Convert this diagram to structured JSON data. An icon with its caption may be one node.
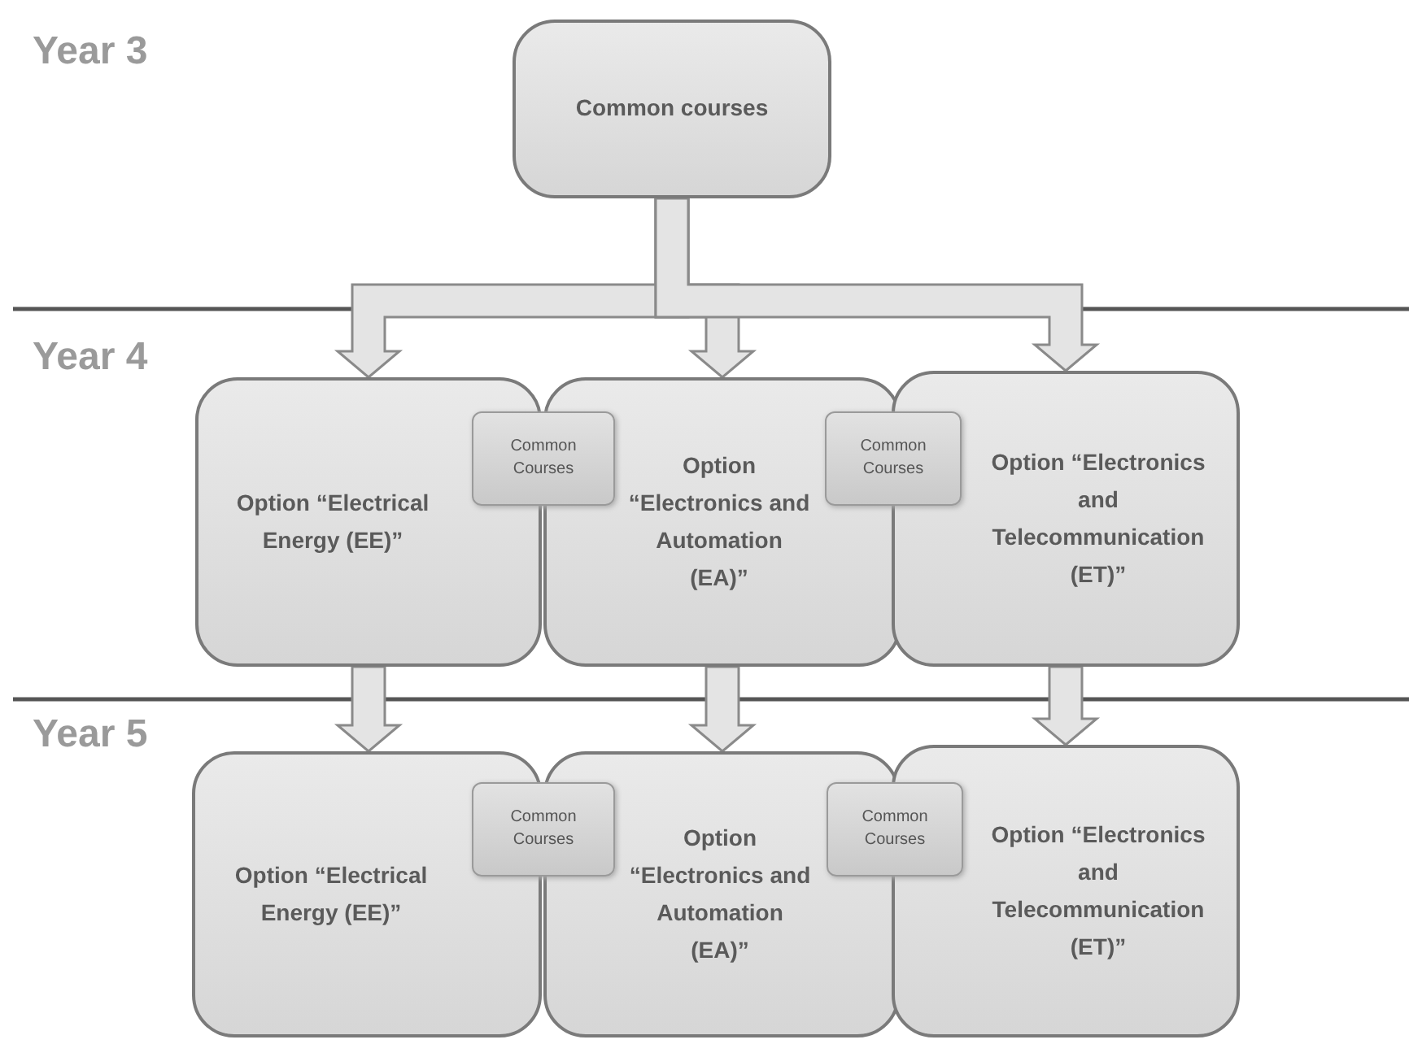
{
  "diagram": {
    "nodes": [
      {
        "text": [
          "Common courses"
        ]
      },
      {
        "text": [
          "Option “Electrical Energy (EE)”"
        ]
      },
      {
        "text": [
          "Option “Electronics and Automation (EA)”"
        ]
      },
      {
        "text": [
          "Option “Electronics and Telecommunication (ET)”"
        ]
      },
      {
        "text": [
          "Option “Electrical Energy (EE)”"
        ]
      },
      {
        "text": [
          "Option “Electronics and Automation (EA)”"
        ]
      },
      {
        "text": [
          "Option “Electronics and Telecommunication (ET)”"
        ]
      },
      {
        "text": [
          "Common Courses"
        ]
      },
      {
        "text": [
          "Common Courses"
        ]
      },
      {
        "text": [
          "Common Courses"
        ]
      },
      {
        "text": [
          "Common Courses"
        ]
      }
    ],
    "edges": [
      {
        "from": 0,
        "to": 1,
        "arrow": "to"
      },
      {
        "from": 0,
        "to": 2,
        "arrow": "to"
      },
      {
        "from": 0,
        "to": 3,
        "arrow": "to"
      },
      {
        "from": 1,
        "to": 4,
        "arrow": "to"
      },
      {
        "from": 2,
        "to": 5,
        "arrow": "to"
      },
      {
        "from": 3,
        "to": 6,
        "arrow": "to"
      }
    ],
    "labels": [
      "Year 3",
      "Year 4",
      "Year 5"
    ]
  }
}
